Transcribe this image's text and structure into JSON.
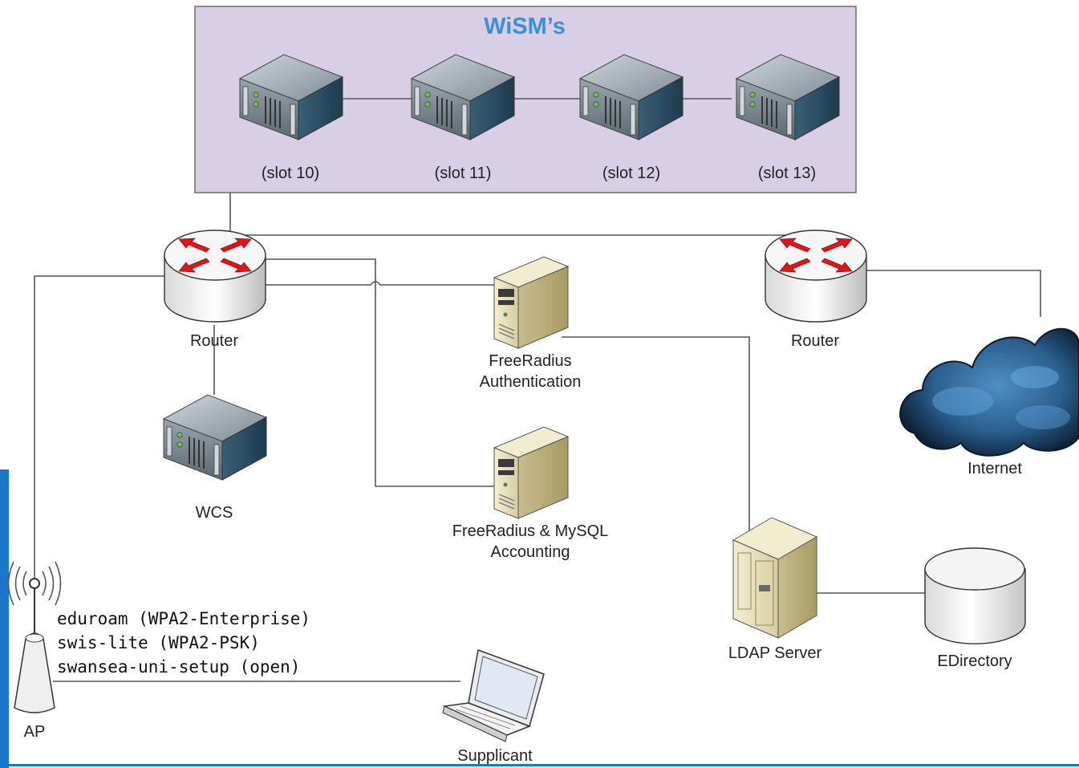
{
  "wism": {
    "title": "WiSM’s",
    "slots": [
      "(slot 10)",
      "(slot 11)",
      "(slot 12)",
      "(slot 13)"
    ]
  },
  "router_left_label": "Router",
  "router_right_label": "Router",
  "wcs_label": "WCS",
  "freeradius_auth_label": [
    "FreeRadius",
    "Authentication"
  ],
  "freeradius_acct_label": [
    "FreeRadius & MySQL",
    "Accounting"
  ],
  "internet_label": "Internet",
  "ldap_label": "LDAP Server",
  "edirectory_label": "EDirectory",
  "ap_label": "AP",
  "supplicant_label": "Supplicant",
  "ssids": [
    "eduroam (WPA2-Enterprise)",
    "swis-lite (WPA2-PSK)",
    "swansea-uni-setup (open)"
  ],
  "colors": {
    "wism_box": "#d8cfe6",
    "wism_title": "#3d8fd8",
    "router_arrow": "#e0141c",
    "cloud": "#1d3f63",
    "side_strip": "#1a77c9"
  }
}
